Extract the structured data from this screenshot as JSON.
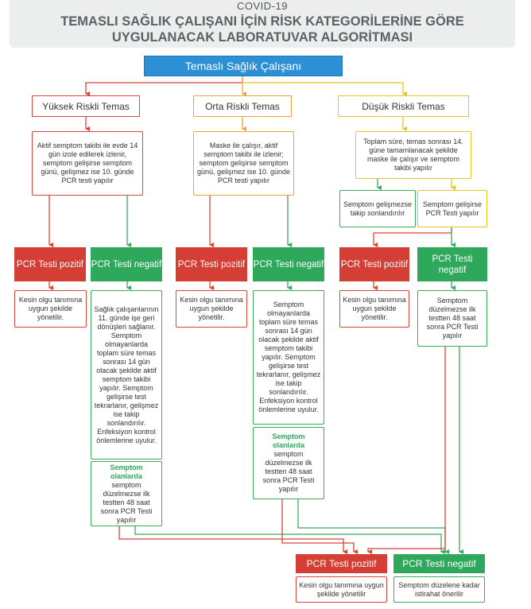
{
  "header": {
    "subtitle": "COVID-19",
    "title_line1": "TEMASLI SAĞLIK ÇALIŞANI İÇİN RİSK KATEGORİLERİNE GÖRE",
    "title_line2": "UYGULANACAK LABORATUVAR ALGORİTMASI"
  },
  "root": "Temaslı Sağlık Çalışanı",
  "categories": {
    "high": "Yüksek Riskli Temas",
    "medium": "Orta Riskli Temas",
    "low": "Düşük Riskli Temas"
  },
  "high": {
    "desc": "Aktif semptom takibi ile evde 14 gün izole edilerek izlenir, semptom gelişirse semptom günü, gelişmez ise 10. günde PCR testi yapılır",
    "positive": "PCR Testi pozitif",
    "negative": "PCR Testi negatif",
    "positive_note": "Kesin olgu tanımına uygun şekilde yönetilir.",
    "negative_note": "Sağlık çalışanlarının 11. günde işe geri dönüşleri sağlanır. Semptom olmayanlarda toplam süre temas sonrası 14 gün olacak şekilde aktif semptom takibi yapılır. Semptom gelişirse test tekrarlanır, gelişmez ise takip sonlandırılır. Enfeksiyon kontrol önlemlerine uyulur.",
    "symptom_label": "Semptom olanlarda",
    "symptom_note": "semptom düzelmezse ilk testten 48 saat sonra PCR Testi yapılır"
  },
  "medium": {
    "desc": "Maske ile çalışır, aktif semptom takibi ile izlenir; semptom gelişirse semptom günü, gelişmez ise 10. günde PCR testi yapılır",
    "positive": "PCR Testi pozitif",
    "negative": "PCR Testi negatif",
    "positive_note": "Kesin olgu tanımına uygun şekilde yönetilir.",
    "negative_note": "Semptom olmayanlarda toplam süre temas sonrası 14 gün olacak şekilde aktif semptom takibi yapılır. Semptom gelişirse test tekrarlanır, gelişmez ise takip sonlandırılır. Enfeksiyon kontrol önlemlerine uyulur.",
    "symptom_label": "Semptom olanlarda",
    "symptom_note": "semptom düzelmezse ilk testten 48 saat sonra PCR Testi yapılır"
  },
  "low": {
    "desc": "Toplam süre, temas sonrası 14. güne tamamlanacak şekilde maske ile çalışır ve semptom takibi yapılır",
    "no_symptom": "Semptom gelişmezse takip sonlandırılır",
    "symptom": "Semptom gelişirse PCR Testi yapılır",
    "positive": "PCR Testi pozitif",
    "negative": "PCR Testi negatif",
    "positive_note": "Kesin olgu tanımına uygun şekilde yönetilir.",
    "negative_note": "Semptom düzelmezse ilk testten 48 saat sonra PCR Testi yapılır"
  },
  "final": {
    "positive": "PCR Testi pozitif",
    "negative": "PCR Testi negatif",
    "positive_note": "Kesin olgu tanımına uygun şekilde yönetilir",
    "negative_note": "Semptom düzelene kadar istirahat önerilir"
  }
}
